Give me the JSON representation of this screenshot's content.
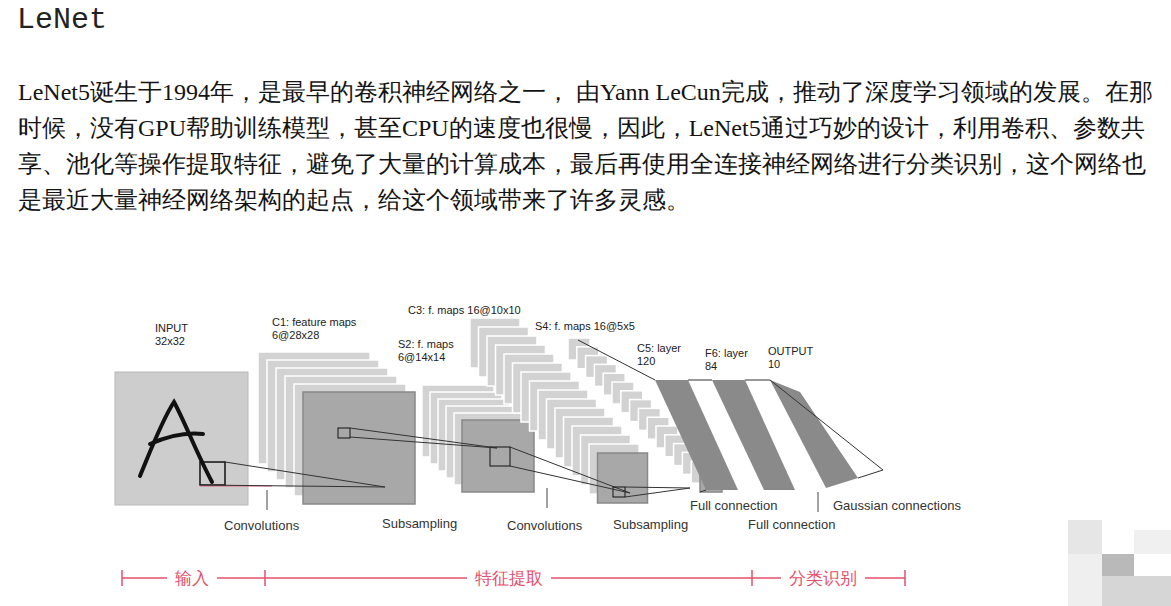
{
  "diagram": {
    "title": "LeNet",
    "nodes": [
      {
        "text": [
          "INPUT 32x32"
        ]
      },
      {
        "text": [
          "C1: feature maps 6@28x28"
        ]
      },
      {
        "text": [
          "S2: f. maps 6@14x14"
        ]
      },
      {
        "text": [
          "C3: f. maps 16@10x10"
        ]
      },
      {
        "text": [
          "S4: f. maps 16@5x5"
        ]
      },
      {
        "text": [
          "C5: layer 120"
        ]
      },
      {
        "text": [
          "F6: layer 84"
        ]
      },
      {
        "text": [
          "OUTPUT 10"
        ]
      }
    ],
    "edges": [
      {
        "from": 0,
        "to": 1,
        "arrow": "none"
      },
      {
        "from": 1,
        "to": 2,
        "arrow": "none"
      },
      {
        "from": 2,
        "to": 3,
        "arrow": "none"
      },
      {
        "from": 3,
        "to": 4,
        "arrow": "none"
      },
      {
        "from": 4,
        "to": 5,
        "arrow": "none"
      },
      {
        "from": 5,
        "to": 6,
        "arrow": "none"
      },
      {
        "from": 6,
        "to": 7,
        "arrow": "none"
      }
    ],
    "labels": [
      "LeNet5诞生于1994年，是最早的卷积神经网络之一， 由Yann LeCun完成，推动了深度学习领域的发展。在那时候，没有GPU帮助训练模型，甚至CPU的速度也很慢，因此，LeNet5通过巧妙的设计，利用卷积、参数共享、池化等操作提取特征，避免了大量的计算成本，最后再使用全连接神经网络进行分类识别，这个网络也是最近大量神经网络架构的起点，给这个领域带来了许多灵感。",
      "Convolutions",
      "Subsampling",
      "Convolutions",
      "Subsampling",
      "Full connection",
      "Full connection",
      "Gaussian connections",
      "输入",
      "特征提取",
      "分类识别"
    ]
  }
}
